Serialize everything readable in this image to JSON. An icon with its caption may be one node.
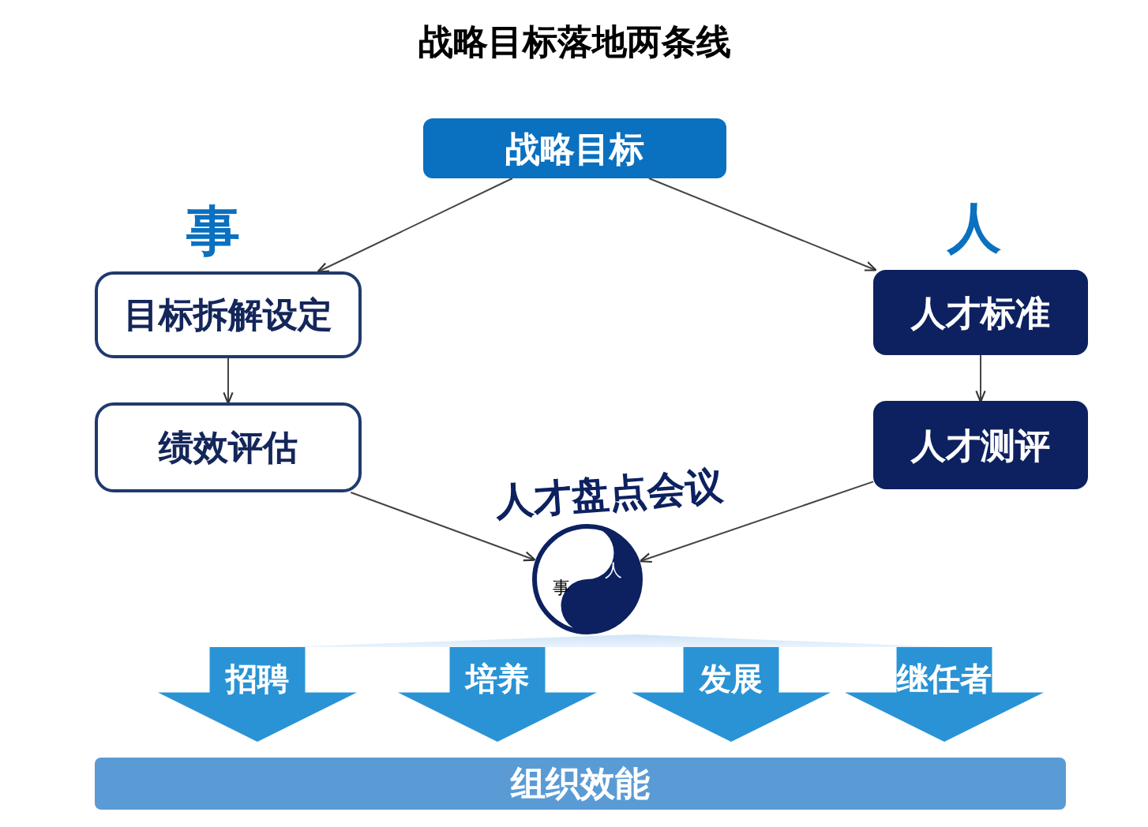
{
  "diagram": {
    "title": "战略目标落地两条线",
    "nodes": [
      {
        "text": [
          "战略目标"
        ]
      },
      {
        "text": [
          "目标拆解设定"
        ]
      },
      {
        "text": [
          "绩效评估"
        ]
      },
      {
        "text": [
          "人才标准"
        ]
      },
      {
        "text": [
          "人才测评"
        ]
      },
      {
        "text": [
          "人",
          "事"
        ],
        "beside": [
          "人才盘点会议"
        ]
      },
      {
        "text": [
          "招聘"
        ]
      },
      {
        "text": [
          "培养"
        ]
      },
      {
        "text": [
          "发展"
        ]
      },
      {
        "text": [
          "继任者"
        ]
      },
      {
        "text": [
          "组织效能"
        ]
      },
      {
        "text": [],
        "shape": "triangle"
      }
    ],
    "edges": [
      {
        "from": 0,
        "to": 1,
        "arrow": "to"
      },
      {
        "from": 0,
        "to": 3,
        "arrow": "to"
      },
      {
        "from": 1,
        "to": 2,
        "arrow": "to"
      },
      {
        "from": 3,
        "to": 4,
        "arrow": "to"
      },
      {
        "from": 2,
        "to": 5,
        "arrow": "to"
      },
      {
        "from": 4,
        "to": 5,
        "arrow": "to"
      }
    ],
    "labels": [
      "事",
      "人"
    ]
  }
}
